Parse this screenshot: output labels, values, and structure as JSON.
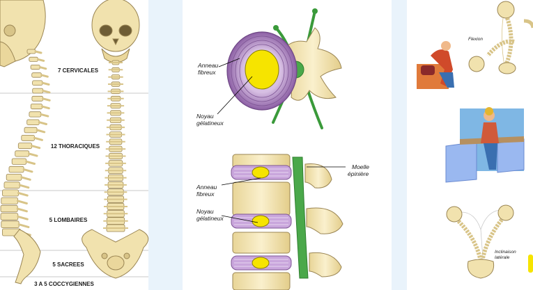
{
  "panel_spine": {
    "regions": [
      {
        "label": "7 CERVICALES"
      },
      {
        "label": "12 THORACIQUES"
      },
      {
        "label": "5 LOMBAIRES"
      },
      {
        "label": "5 SACREES"
      },
      {
        "label": "3 A 5 COCCYGIENNES"
      }
    ]
  },
  "panel_disc": {
    "top": {
      "anneau": [
        "Anneau",
        "fibreux"
      ],
      "noyau": [
        "Noyau",
        "gélatineux"
      ]
    },
    "bottom": {
      "anneau": [
        "Anneau",
        "fibreux"
      ],
      "noyau": [
        "Noyau",
        "gélatineux"
      ],
      "moelle": [
        "Moelle",
        "épinière"
      ]
    }
  },
  "panel_motion": {
    "flexion": "Flexion",
    "inclinaison": [
      "Inclinaison",
      "latérale"
    ]
  },
  "colors": {
    "background": "#e9f3fb",
    "panel": "#ffffff",
    "bone": "#f1e2ae",
    "bone_stroke": "#9a8553",
    "disc_ring": "#9b6fb0",
    "nucleus": "#f6e400",
    "nerve": "#3a9a3a"
  }
}
